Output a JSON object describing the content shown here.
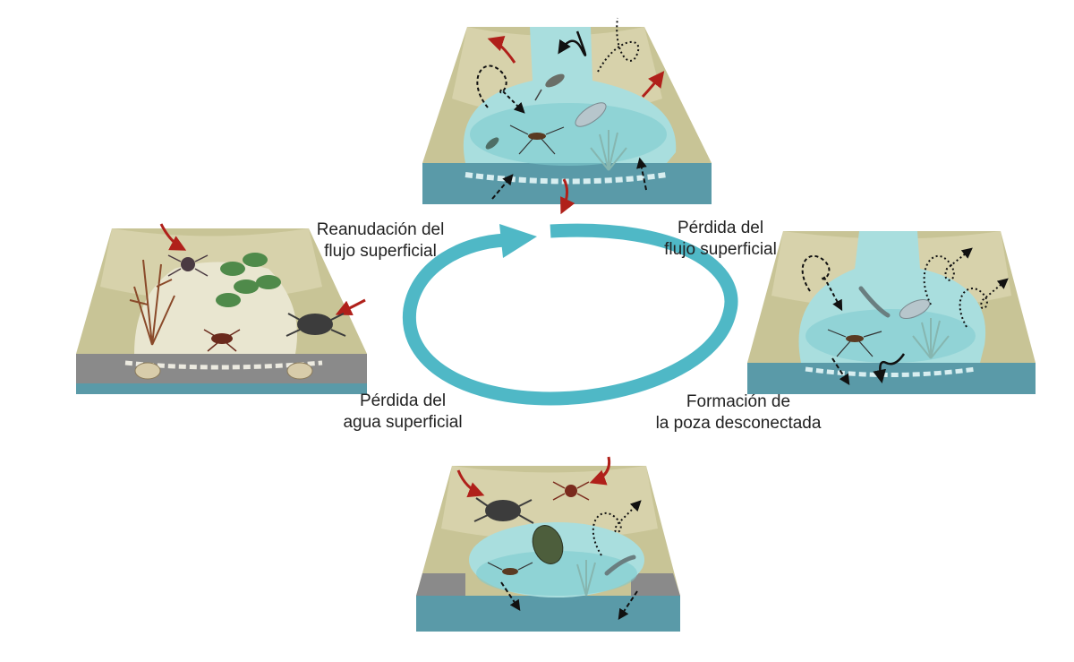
{
  "labels": {
    "resumption": [
      "Reanudación del",
      "flujo superficial"
    ],
    "flow_loss": [
      "Pérdida del",
      "flujo superficial"
    ],
    "pool_formation": [
      "Formación de",
      "la poza desconectada"
    ],
    "water_loss": [
      "Pérdida del",
      "agua superficial"
    ]
  },
  "colors": {
    "cycle_arrow": "#4fb8c6",
    "bank": "#c8c496",
    "bank_light": "#ddd9b4",
    "water": "#a9dede",
    "water_deep": "#7ecbcf",
    "substrate": "#5a9aa8",
    "dry_bed": "#e9e6d0",
    "rock": "#8a8a8a",
    "red_arrow": "#b0201a"
  }
}
